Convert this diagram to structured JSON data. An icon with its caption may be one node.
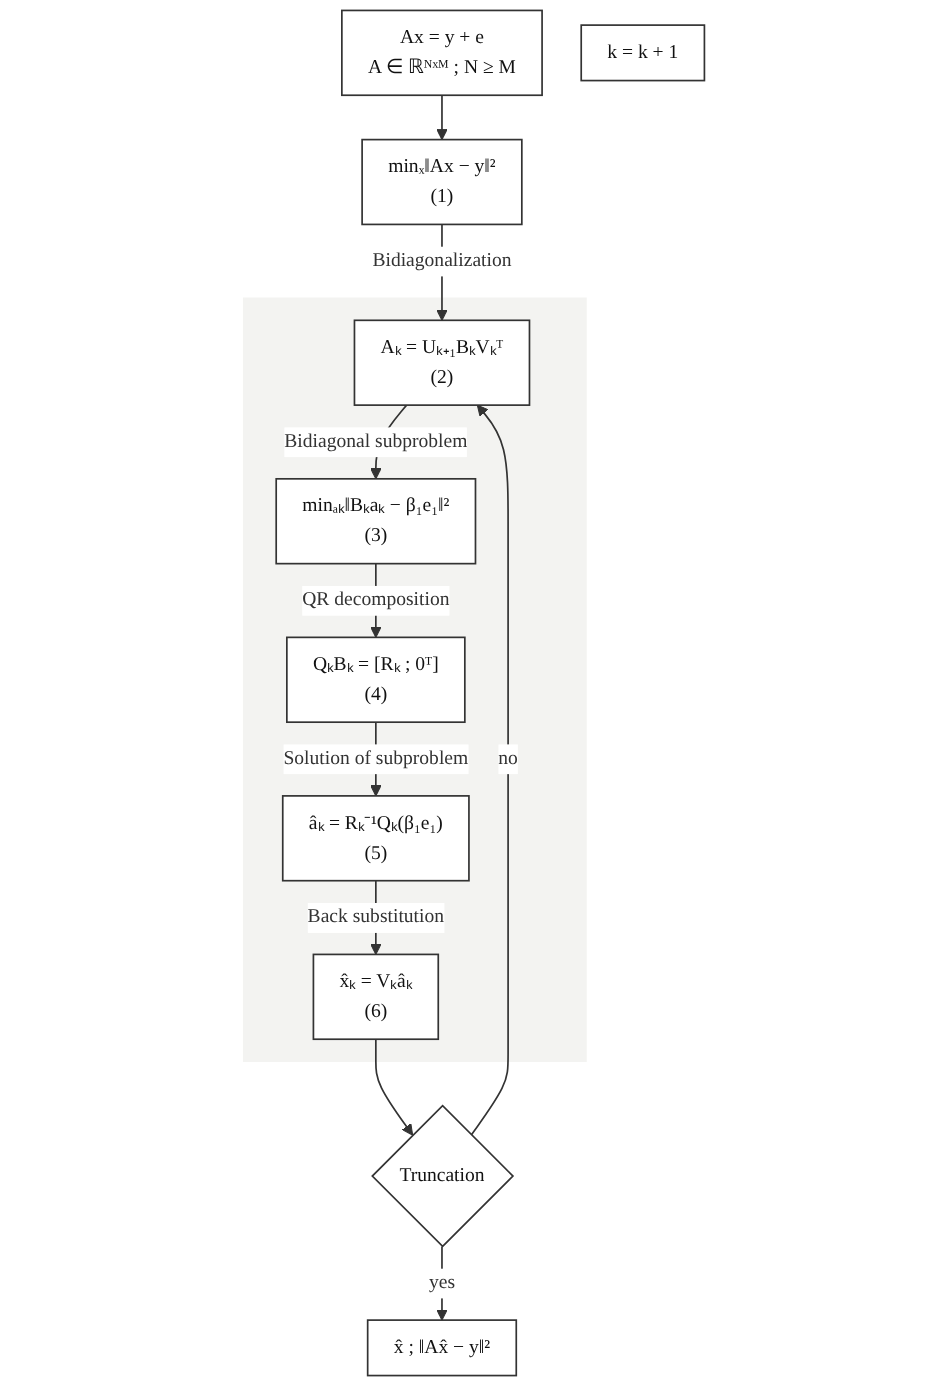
{
  "diagram": {
    "nodes": [
      {
        "text": [
          "Ax = y + e",
          "A ∈ ℝᴺˣᴹ ; N ≥ M"
        ]
      },
      {
        "text": [
          "minₓ‖Ax − y‖²",
          "(1)"
        ]
      },
      {
        "text": [],
        "shape": "band"
      },
      {
        "text": [
          "Aₖ = Uₖ₊₁BₖVₖᵀ",
          "(2)"
        ],
        "in": 2
      },
      {
        "text": [
          "minₐₖ‖Bₖaₖ − β₁e₁‖²",
          "(3)"
        ],
        "in": 2
      },
      {
        "text": [
          "QₖBₖ = [Rₖ ; 0ᵀ]",
          "(4)"
        ],
        "in": 2
      },
      {
        "text": [
          "âₖ = Rₖ⁻¹Qₖ(β₁e₁)",
          "(5)"
        ],
        "in": 2
      },
      {
        "text": [
          "x̂ₖ = Vₖâₖ",
          "(6)"
        ],
        "in": 2
      },
      {
        "text": [
          "k = k + 1"
        ]
      },
      {
        "text": [
          "Truncation"
        ]
      },
      {
        "text": [
          "x̂ ; ‖Ax̂ − y‖²"
        ]
      }
    ],
    "edges": [
      {
        "from": 0,
        "to": 1,
        "arrow": "to"
      },
      {
        "from": 1,
        "to": 3,
        "arrow": "to",
        "label": "Bidiagonalization"
      },
      {
        "from": 3,
        "to": 4,
        "arrow": "to",
        "label": "Bidiagonal subproblem"
      },
      {
        "from": 4,
        "to": 5,
        "arrow": "to",
        "label": "QR decomposition"
      },
      {
        "from": 5,
        "to": 6,
        "arrow": "to",
        "label": "Solution of subproblem"
      },
      {
        "from": 6,
        "to": 7,
        "arrow": "to",
        "label": "Back substitution"
      },
      {
        "from": 7,
        "to": 9,
        "arrow": "to"
      },
      {
        "from": 9,
        "to": 3,
        "arrow": "to",
        "label": "no"
      },
      {
        "from": 9,
        "to": 10,
        "arrow": "to",
        "label": "yes"
      }
    ]
  }
}
